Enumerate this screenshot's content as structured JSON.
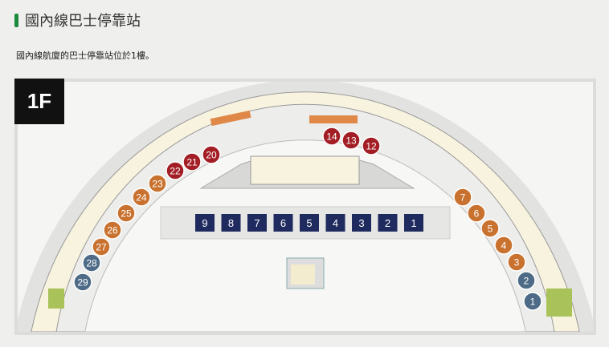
{
  "header": {
    "title": "國內線巴士停靠站",
    "description": "國內線航廈的巴士停靠站位於1樓。"
  },
  "map": {
    "floor_label": "1F",
    "colors": {
      "red": "#a31d25",
      "orange": "#c9722f",
      "blue": "#4d6b86",
      "navy": "#1f2a5e"
    },
    "red_stops": [
      "12",
      "13",
      "14",
      "20",
      "21",
      "22"
    ],
    "orange_stops": [
      "3",
      "4",
      "5",
      "6",
      "7",
      "23",
      "24",
      "25",
      "26",
      "27"
    ],
    "blue_stops": [
      "1",
      "2",
      "28",
      "29"
    ],
    "center_stops": [
      "9",
      "8",
      "7",
      "6",
      "5",
      "4",
      "3",
      "2",
      "1"
    ]
  }
}
